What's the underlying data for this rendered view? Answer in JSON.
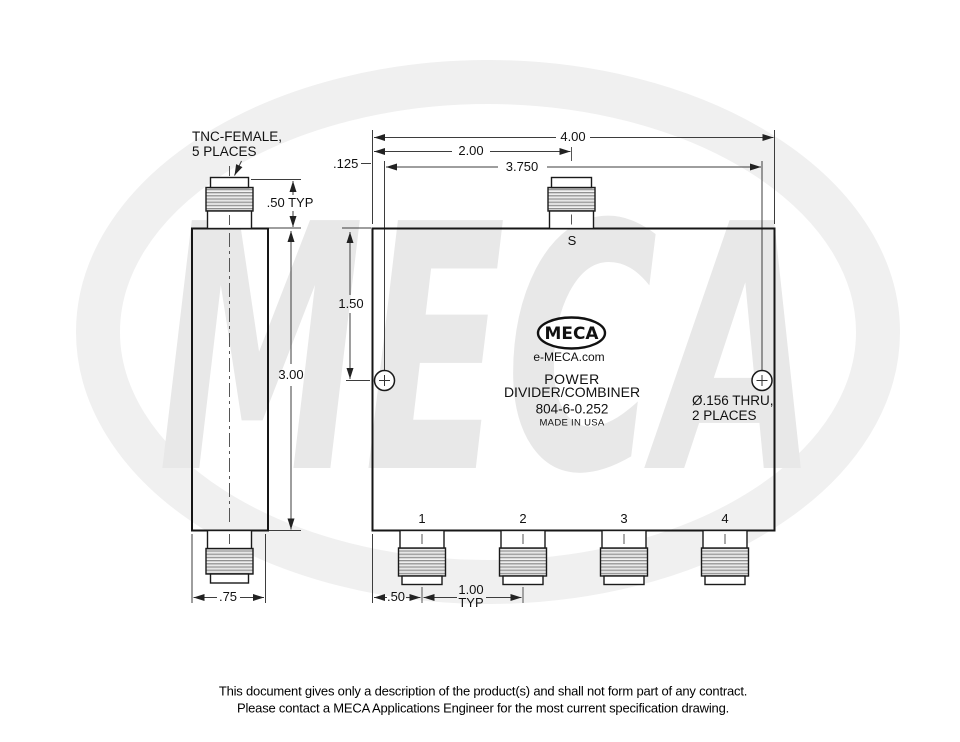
{
  "watermark": {
    "text": "MECA"
  },
  "drawing": {
    "notes": {
      "connector": {
        "line1": "TNC-FEMALE,",
        "line2": "5 PLACES"
      },
      "hole": {
        "line1": "Ø.156 THRU,",
        "line2": "2 PLACES"
      }
    },
    "dimensions": {
      "total_width": "4.00",
      "input_offset": "2.00",
      "hole_span": "3.750",
      "hole_edge_offset": ".125",
      "connector_height": ".50 TYP",
      "input_to_hole": "1.50",
      "body_height": "3.00",
      "side_depth": ".75",
      "port_edge_offset": ".50",
      "port_pitch": "1.00",
      "port_pitch_suffix": "TYP"
    },
    "ports": {
      "input": "S",
      "outputs": [
        "1",
        "2",
        "3",
        "4"
      ]
    },
    "label_block": {
      "logo_text": "MECA",
      "website": "e-MECA.com",
      "product_line1": "POWER",
      "product_line2": "DIVIDER/COMBINER",
      "model": "804-6-0.252",
      "origin": "MADE IN USA"
    }
  },
  "footer": {
    "line1": "This document gives only a description of the product(s) and shall not form part of any contract.",
    "line2": "Please contact a MECA Applications Engineer for the most current specification drawing."
  }
}
